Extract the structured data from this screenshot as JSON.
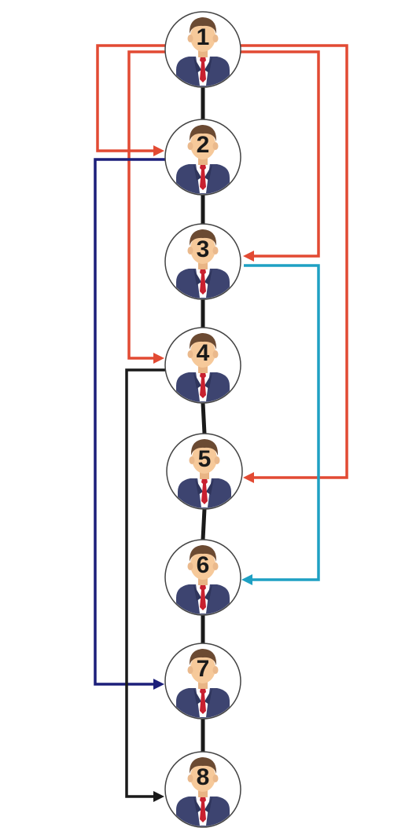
{
  "diagram": {
    "colors": {
      "chain": "#1a1a1a",
      "red": "#e24a33",
      "navy": "#1c1f7a",
      "cyan": "#1ea0c3",
      "black": "#1a1a1a",
      "suit": "#3d4470",
      "tie": "#c8202f",
      "shirt": "#ffffff",
      "skin": "#f6c99a",
      "hair": "#6b4a32",
      "circle_stroke": "#444444"
    },
    "nodes": [
      {
        "id": 1,
        "label": "1"
      },
      {
        "id": 2,
        "label": "2"
      },
      {
        "id": 3,
        "label": "3"
      },
      {
        "id": 4,
        "label": "4"
      },
      {
        "id": 5,
        "label": "5"
      },
      {
        "id": 6,
        "label": "6"
      },
      {
        "id": 7,
        "label": "7"
      },
      {
        "id": 8,
        "label": "8"
      }
    ],
    "chain_edges": [
      [
        1,
        2
      ],
      [
        2,
        3
      ],
      [
        3,
        4
      ],
      [
        4,
        5
      ],
      [
        5,
        6
      ],
      [
        6,
        7
      ],
      [
        7,
        8
      ]
    ],
    "edges": [
      {
        "from": 1,
        "to": 2,
        "color": "red"
      },
      {
        "from": 1,
        "to": 4,
        "color": "red"
      },
      {
        "from": 1,
        "to": 3,
        "color": "red"
      },
      {
        "from": 1,
        "to": 5,
        "color": "red"
      },
      {
        "from": 2,
        "to": 7,
        "color": "navy"
      },
      {
        "from": 3,
        "to": 6,
        "color": "cyan"
      },
      {
        "from": 4,
        "to": 8,
        "color": "black"
      }
    ]
  }
}
